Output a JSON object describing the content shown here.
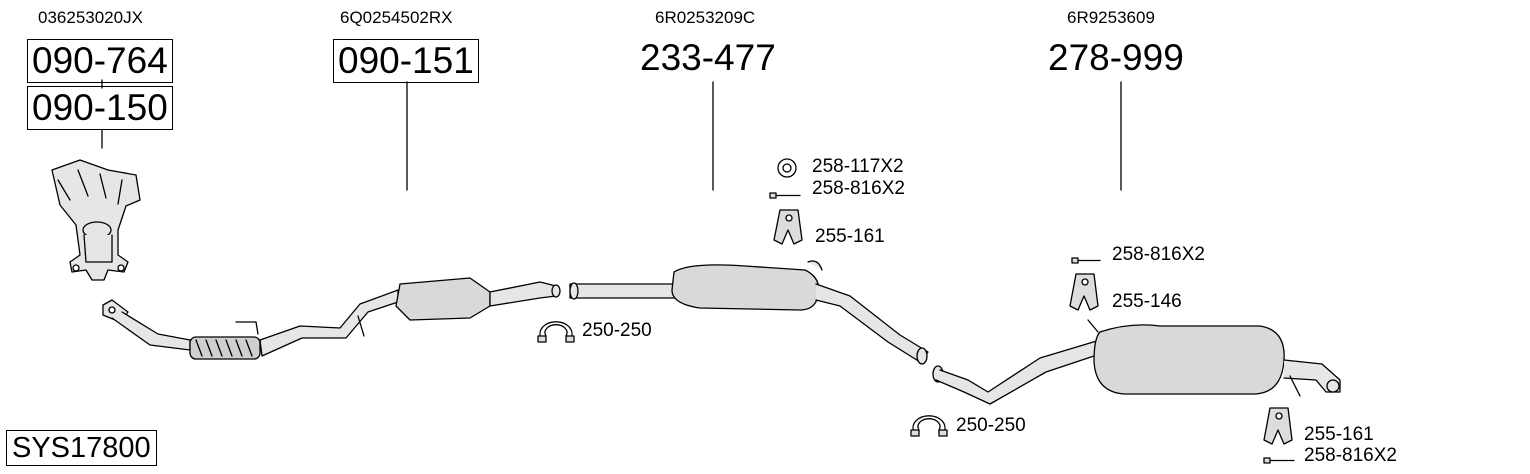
{
  "system_code": "SYS17800",
  "oem_numbers": {
    "manifold": "036253020JX",
    "front_pipe": "6Q0254502RX",
    "middle_silencer": "6R0253209C",
    "rear_silencer": "6R9253609"
  },
  "part_numbers": {
    "manifold_primary": "090-764",
    "manifold_secondary": "090-150",
    "front_pipe": "090-151",
    "middle_silencer": "233-477",
    "rear_silencer": "278-999"
  },
  "accessories": {
    "ring": "258-117X2",
    "bolt_middle": "258-816X2",
    "hanger_middle": "255-161",
    "clamp_front": "250-250",
    "clamp_rear": "250-250",
    "bolt_rear_top": "258-816X2",
    "hanger_rear_top": "255-146",
    "hanger_rear_bottom": "255-161",
    "bolt_rear_bottom": "258-816X2"
  }
}
